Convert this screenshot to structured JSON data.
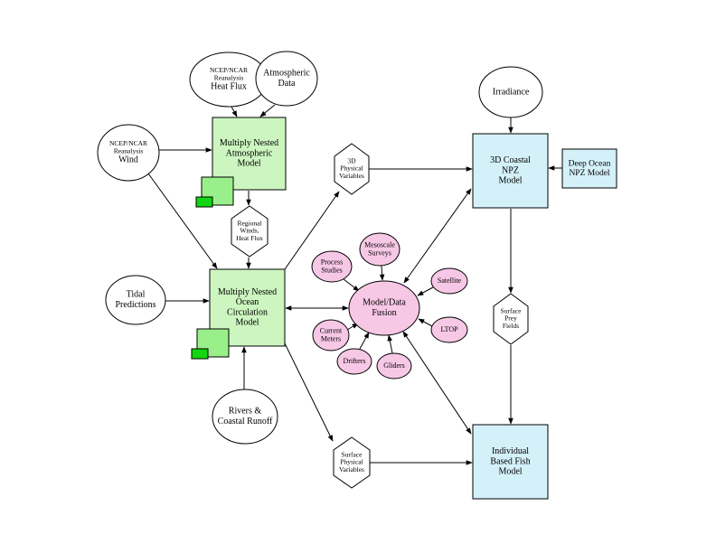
{
  "nodes": {
    "ncep_heat_flux": {
      "lines": [
        "NCEP/NCAR",
        "Reanalysis",
        "Heat Flux"
      ],
      "shape": "ellipse",
      "fill": "#ffffff"
    },
    "atmospheric_data": {
      "lines": [
        "Atmospheric",
        "Data"
      ],
      "shape": "ellipse",
      "fill": "#ffffff"
    },
    "ncep_wind": {
      "lines": [
        "NCEP/NCAR",
        "Reanalysis",
        "Wind"
      ],
      "shape": "ellipse",
      "fill": "#ffffff"
    },
    "atmos_model": {
      "lines": [
        "Multiply Nested",
        "Atmospheric",
        "Model"
      ],
      "shape": "rect",
      "fill": "#ccf5c0"
    },
    "regional_winds": {
      "lines": [
        "Regional",
        "Winds,",
        "Heat Flux"
      ],
      "shape": "hexagon",
      "fill": "#ffffff"
    },
    "physical_3d": {
      "lines": [
        "3D",
        "Physical",
        "Variables"
      ],
      "shape": "hexagon",
      "fill": "#ffffff"
    },
    "irradiance": {
      "lines": [
        "Irradiance"
      ],
      "shape": "ellipse",
      "fill": "#ffffff"
    },
    "coastal_npz": {
      "lines": [
        "3D Coastal",
        "NPZ",
        "Model"
      ],
      "shape": "rect",
      "fill": "#d4f1f9"
    },
    "deep_ocean_npz": {
      "lines": [
        "Deep Ocean",
        "NPZ Model"
      ],
      "shape": "rect",
      "fill": "#d4f1f9"
    },
    "tidal": {
      "lines": [
        "Tidal",
        "Predictions"
      ],
      "shape": "ellipse",
      "fill": "#ffffff"
    },
    "ocean_model": {
      "lines": [
        "Multiply Nested",
        "Ocean",
        "Circulation",
        "Model"
      ],
      "shape": "rect",
      "fill": "#ccf5c0"
    },
    "fusion": {
      "lines": [
        "Model/Data",
        "Fusion"
      ],
      "shape": "ellipse",
      "fill": "#f7c8e5"
    },
    "process_studies": {
      "lines": [
        "Process",
        "Studies"
      ],
      "shape": "ellipse",
      "fill": "#f7c8e5"
    },
    "mesoscale": {
      "lines": [
        "Mesoscale",
        "Surveys"
      ],
      "shape": "ellipse",
      "fill": "#f7c8e5"
    },
    "satellite": {
      "lines": [
        "Satellite"
      ],
      "shape": "ellipse",
      "fill": "#f7c8e5"
    },
    "ltop": {
      "lines": [
        "LTOP"
      ],
      "shape": "ellipse",
      "fill": "#f7c8e5"
    },
    "current_meters": {
      "lines": [
        "Current",
        "Meters"
      ],
      "shape": "ellipse",
      "fill": "#f7c8e5"
    },
    "drifters": {
      "lines": [
        "Drifters"
      ],
      "shape": "ellipse",
      "fill": "#f7c8e5"
    },
    "gliders": {
      "lines": [
        "Gliders"
      ],
      "shape": "ellipse",
      "fill": "#f7c8e5"
    },
    "surface_prey": {
      "lines": [
        "Surface",
        "Prey",
        "Fields"
      ],
      "shape": "hexagon",
      "fill": "#ffffff"
    },
    "rivers": {
      "lines": [
        "Rivers &",
        "Coastal Runoff"
      ],
      "shape": "ellipse",
      "fill": "#ffffff"
    },
    "surface_physical": {
      "lines": [
        "Surface",
        "Physical",
        "Variables"
      ],
      "shape": "hexagon",
      "fill": "#ffffff"
    },
    "fish_model": {
      "lines": [
        "Individual",
        "Based Fish",
        "Model"
      ],
      "shape": "rect",
      "fill": "#d4f1f9"
    }
  },
  "edges": [
    {
      "from": "ncep_heat_flux",
      "to": "atmos_model",
      "type": "arrow"
    },
    {
      "from": "atmospheric_data",
      "to": "atmos_model",
      "type": "arrow"
    },
    {
      "from": "ncep_wind",
      "to": "atmos_model",
      "type": "arrow"
    },
    {
      "from": "ncep_wind",
      "to": "ocean_model",
      "type": "arrow"
    },
    {
      "from": "atmos_model",
      "to": "regional_winds",
      "type": "arrow"
    },
    {
      "from": "regional_winds",
      "to": "ocean_model",
      "type": "arrow"
    },
    {
      "from": "ocean_model",
      "to": "physical_3d",
      "type": "arrow"
    },
    {
      "from": "physical_3d",
      "to": "coastal_npz",
      "type": "arrow"
    },
    {
      "from": "irradiance",
      "to": "coastal_npz",
      "type": "arrow"
    },
    {
      "from": "deep_ocean_npz",
      "to": "coastal_npz",
      "type": "arrow"
    },
    {
      "from": "tidal",
      "to": "ocean_model",
      "type": "arrow"
    },
    {
      "from": "ocean_model",
      "to": "fusion",
      "type": "bidirectional"
    },
    {
      "from": "coastal_npz",
      "to": "fusion",
      "type": "bidirectional"
    },
    {
      "from": "fish_model",
      "to": "fusion",
      "type": "bidirectional"
    },
    {
      "from": "process_studies",
      "to": "fusion",
      "type": "arrow"
    },
    {
      "from": "mesoscale",
      "to": "fusion",
      "type": "arrow"
    },
    {
      "from": "satellite",
      "to": "fusion",
      "type": "arrow"
    },
    {
      "from": "ltop",
      "to": "fusion",
      "type": "arrow"
    },
    {
      "from": "current_meters",
      "to": "fusion",
      "type": "arrow"
    },
    {
      "from": "drifters",
      "to": "fusion",
      "type": "arrow"
    },
    {
      "from": "gliders",
      "to": "fusion",
      "type": "arrow"
    },
    {
      "from": "coastal_npz",
      "to": "surface_prey",
      "type": "arrow"
    },
    {
      "from": "surface_prey",
      "to": "fish_model",
      "type": "arrow"
    },
    {
      "from": "rivers",
      "to": "ocean_model",
      "type": "arrow"
    },
    {
      "from": "ocean_model",
      "to": "surface_physical",
      "type": "arrow"
    },
    {
      "from": "surface_physical",
      "to": "fish_model",
      "type": "arrow"
    }
  ]
}
